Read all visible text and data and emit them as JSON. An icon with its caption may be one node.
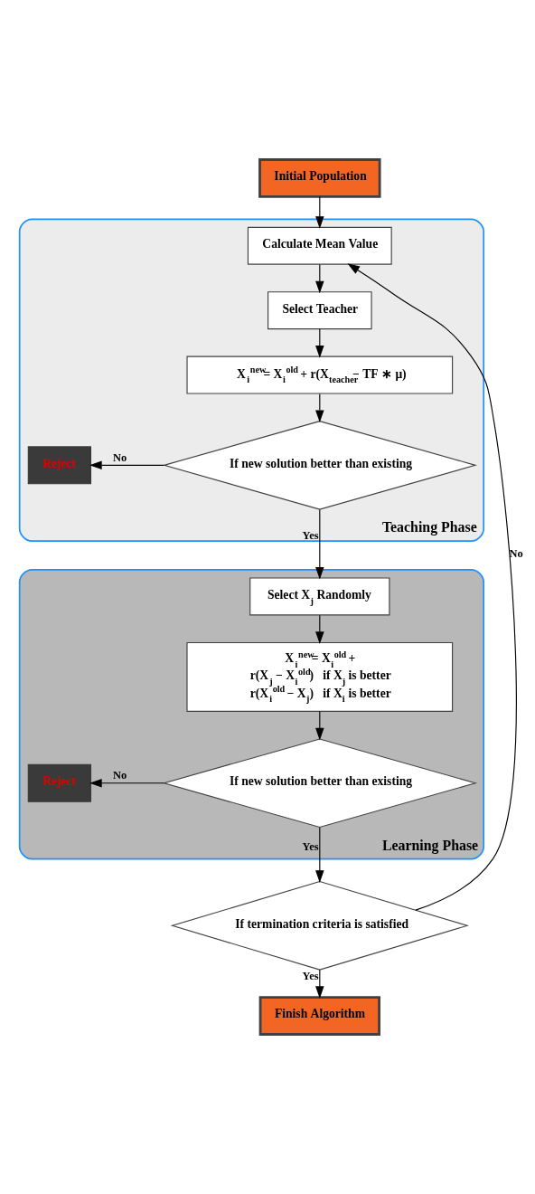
{
  "diagram": {
    "nodes": [
      {
        "text": [
          "Initial Population"
        ]
      },
      {
        "text": [
          "Teaching Phase"
        ]
      },
      {
        "text": [
          "Calculate Mean Value"
        ],
        "in": 1
      },
      {
        "text": [
          "Select Teacher"
        ],
        "in": 1
      },
      {
        "text": [
          "X$_{i}$$^{new}$= X$_{i}$$^{old}$ + r(X$_{teacher}$− TF ∗ μ)"
        ],
        "in": 1
      },
      {
        "text": [
          "If new solution better than existing"
        ],
        "in": 1
      },
      {
        "text": [
          "Reject"
        ],
        "in": 1
      },
      {
        "text": [
          "Learning Phase"
        ]
      },
      {
        "text": [
          "Select X$_{j}$ Randomly"
        ],
        "in": 7
      },
      {
        "text": [
          "X$_{i}$$^{new}$= X$_{i}$$^{old}$ +",
          "r(X$_{j}$ − X$_{i}$$^{old}$)   if X$_{j}$ is better",
          "r(X$_{i}$$^{old}$ − X$_{j}$)   if X$_{i}$ is better"
        ],
        "in": 7
      },
      {
        "text": [
          "If new solution better than existing"
        ],
        "in": 7
      },
      {
        "text": [
          "Reject"
        ],
        "in": 7
      },
      {
        "text": [
          "If termination criteria is satisfied"
        ]
      },
      {
        "text": [
          "Finish Algorithm"
        ]
      }
    ],
    "edges": [
      {
        "from": 0,
        "to": 2,
        "arrow": "to"
      },
      {
        "from": 2,
        "to": 3,
        "arrow": "to"
      },
      {
        "from": 3,
        "to": 4,
        "arrow": "to"
      },
      {
        "from": 4,
        "to": 5,
        "arrow": "to"
      },
      {
        "from": 5,
        "to": 6,
        "arrow": "to",
        "label": "No"
      },
      {
        "from": 5,
        "to": 8,
        "arrow": "to",
        "label": "Yes"
      },
      {
        "from": 8,
        "to": 9,
        "arrow": "to"
      },
      {
        "from": 9,
        "to": 10,
        "arrow": "to"
      },
      {
        "from": 10,
        "to": 11,
        "arrow": "to",
        "label": "No"
      },
      {
        "from": 10,
        "to": 12,
        "arrow": "to",
        "label": "Yes"
      },
      {
        "from": 12,
        "to": 13,
        "arrow": "to",
        "label": "Yes"
      },
      {
        "from": 12,
        "to": 2,
        "arrow": "to",
        "label": "No"
      }
    ]
  }
}
